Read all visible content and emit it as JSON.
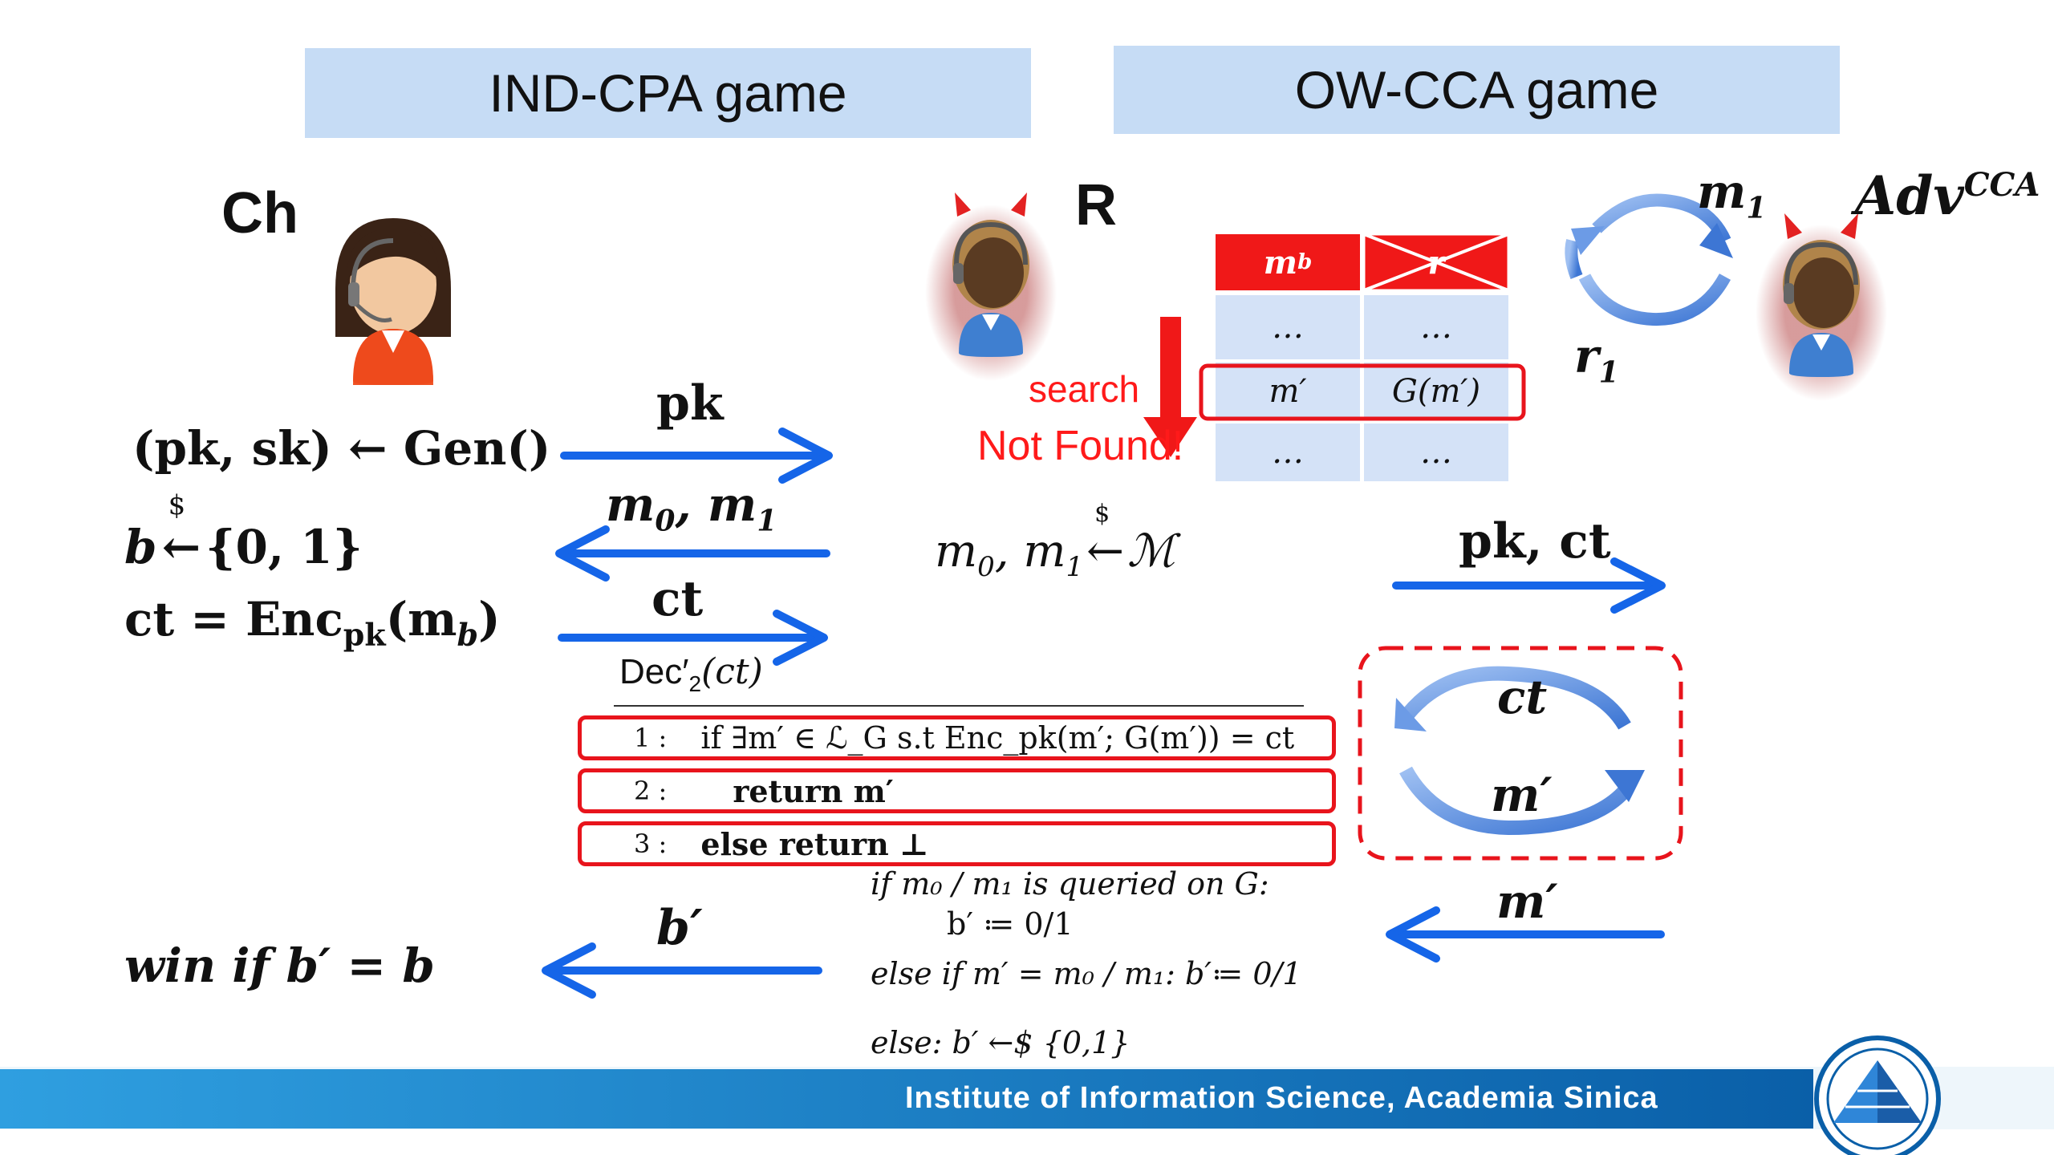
{
  "headers": {
    "left": "IND-CPA game",
    "right": "OW-CCA game"
  },
  "labels": {
    "challenger": "Ch",
    "reduction": "R",
    "adversary_base": "Adv",
    "adversary_sup": "CCA",
    "m1_base": "m",
    "m1_sub": "1",
    "r1_base": "r",
    "r1_sub": "1"
  },
  "left_steps": {
    "gen": "(pk, sk) ← Gen()",
    "b_sample": "b ←$ {0,1}",
    "b_var": "b",
    "b_rest": "{0, 1}",
    "dollar": "$",
    "ct_lhs": "ct = Enc",
    "ct_sub": "pk",
    "ct_rhs": "(m",
    "ct_msub": "b",
    "ct_close": ")",
    "win": "win if b′ = b"
  },
  "arrows": {
    "pk": "pk",
    "m0m1_a": "m",
    "m0m1_sub0": "0",
    "m0m1_sep": ", m",
    "m0m1_sub1": "1",
    "ct": "ct",
    "b_prime": "b′",
    "pk_ct": "pk, ct",
    "ct_loop": "ct",
    "m_loop": "m′",
    "m_prime": "m′"
  },
  "reduction_sample": {
    "m0": "m",
    "sub0": "0",
    "sep": ", m",
    "sub1": "1",
    "arrow": "←",
    "dollar": "$",
    "space": "ℳ"
  },
  "table": {
    "header_col1": "m_b",
    "header_col1_base": "m",
    "header_col1_sub": "b",
    "header_col2": "r",
    "rows": [
      [
        "…",
        "…"
      ],
      [
        "m′",
        "G(m′)"
      ],
      [
        "…",
        "…"
      ]
    ],
    "search_label": "search",
    "not_found_label": "Not Found!"
  },
  "decryption": {
    "title": "Dec′",
    "title_sub": "2",
    "title_arg": "(ct)",
    "lines": [
      {
        "num": "1 :",
        "text": "if ∃m′ ∈ ℒ_G s.t Enc_pk(m′; G(m′)) = ct"
      },
      {
        "num": "2 :",
        "text": "return m′"
      },
      {
        "num": "3 :",
        "text": "else return ⊥"
      }
    ]
  },
  "final_rules": {
    "line1": "if m₀ / m₁ is queried on G:",
    "line2": "b′ ≔ 0/1",
    "line3": "else if m′ =  m₀ / m₁: b′≔ 0/1",
    "line4": "else:  b′ ←$ {0,1}"
  },
  "footer": {
    "institute": "Institute of Information Science, Academia Sinica"
  },
  "colors": {
    "arrow_blue": "#1565e8",
    "header_bg": "#c6dcf5",
    "highlight_red": "#e8141c",
    "table_cell_bg": "#d4e2f7",
    "footer_blue": "#0a7fc4"
  }
}
